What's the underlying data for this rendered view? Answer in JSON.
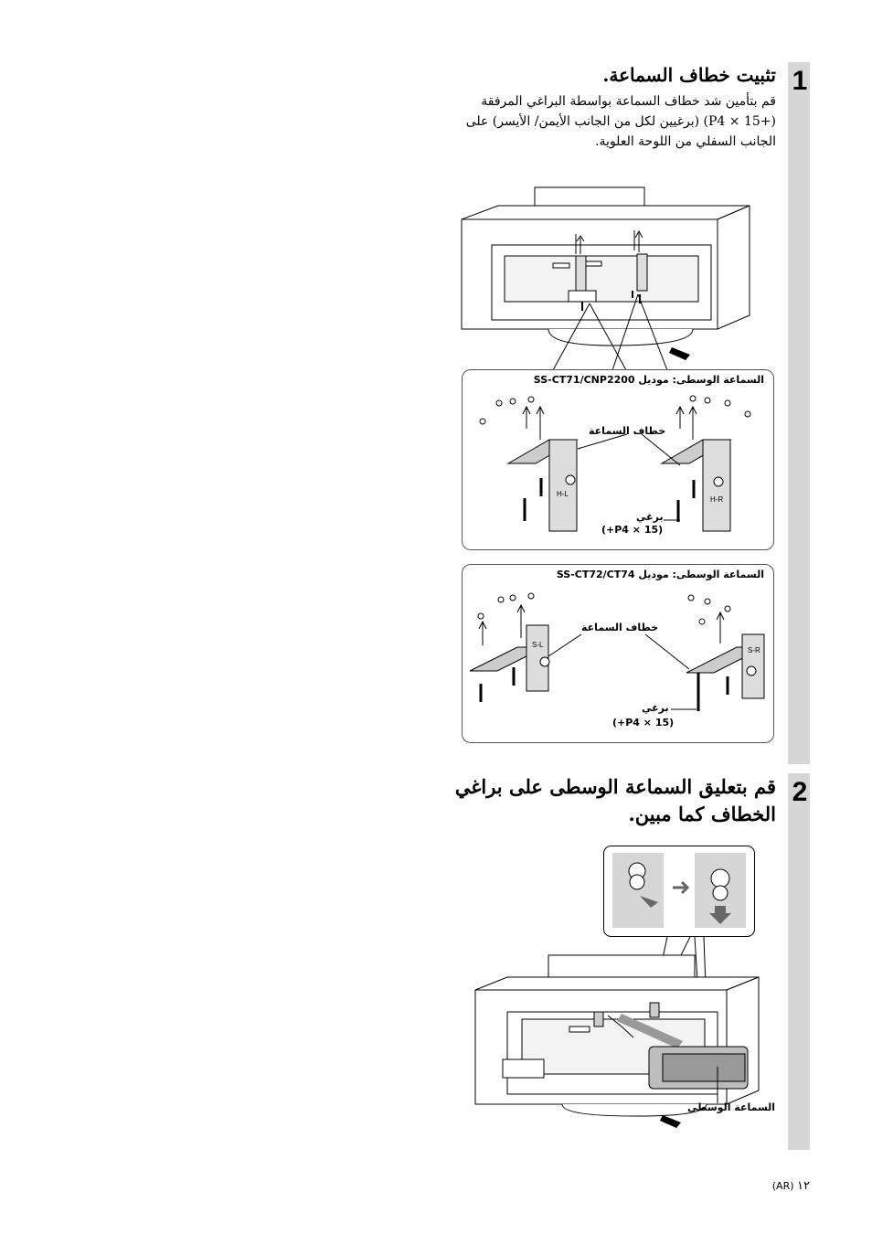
{
  "step1": {
    "number": "1",
    "title": "تثبيت خطاف السماعة.",
    "body_lines": [
      "قم بتأمين شد خطاف السماعة بواسطة البراغي المرفقة",
      "(+P4 × 15) (برغيين لكل من الجانب الأيمن/ الأيسر) على",
      "الجانب السفلي من اللوحة العلوية."
    ]
  },
  "panel_a": {
    "model_label": "السماعة الوسطى: موديل SS-CT71/CNP2200",
    "hook_label": "خطاف السماعة",
    "screw_label": "برغي",
    "screw_spec": "(+P4 × 15)",
    "left_mark": "H-L",
    "right_mark": "H-R"
  },
  "panel_b": {
    "model_label": "السماعة الوسطى: موديل SS-CT72/CT74",
    "hook_label": "خطاف السماعة",
    "screw_label": "برغي",
    "screw_spec": "(+P4 × 15)",
    "left_mark": "S-L",
    "right_mark": "S-R"
  },
  "step2": {
    "number": "2",
    "title_lines": [
      "قم بتعليق السماعة الوسطى على براغي",
      "الخطاف كما مبين."
    ],
    "speaker_label": "السماعة الوسطى"
  },
  "footer": {
    "page": "١٢",
    "lang": "(AR)"
  }
}
